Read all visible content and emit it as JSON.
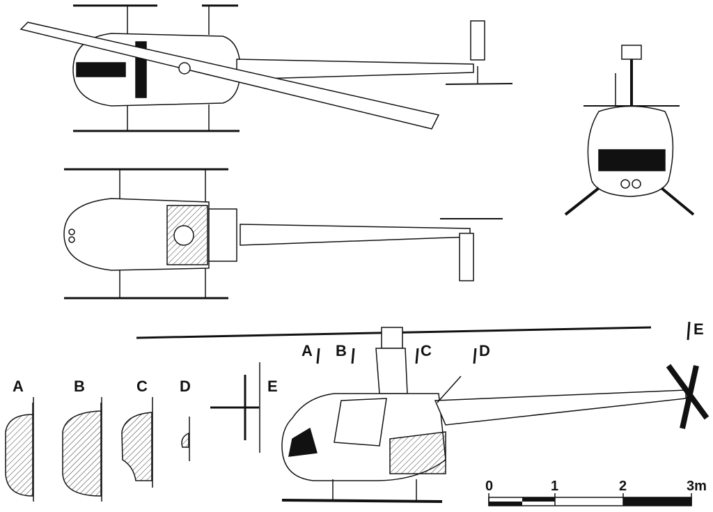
{
  "sections": {
    "markers": [
      "A",
      "B",
      "C",
      "D",
      "E"
    ],
    "profiles": [
      "A",
      "B",
      "C",
      "D",
      "E"
    ]
  },
  "scale_bar": {
    "ticks": [
      "0",
      "1",
      "2",
      "3m"
    ]
  },
  "colors": {
    "ink": "#111111",
    "paper": "#ffffff"
  }
}
